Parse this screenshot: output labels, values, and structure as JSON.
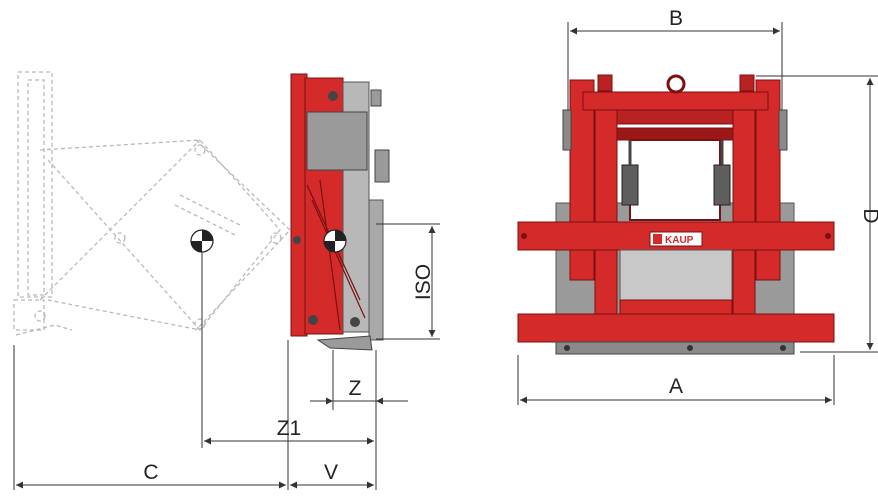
{
  "dimensions": {
    "b": "B",
    "d": "D",
    "a": "A",
    "iso": "ISO",
    "z": "Z",
    "z1": "Z1",
    "c": "C",
    "v": "V"
  },
  "brand": {
    "name": "KAUP"
  },
  "colors": {
    "red": "#d42a2a",
    "dark_red": "#9c1818",
    "grey": "#9a9a9a",
    "dark_grey": "#5e5e5e",
    "dim_line": "#333333",
    "ghost": "#b9b9b9"
  }
}
